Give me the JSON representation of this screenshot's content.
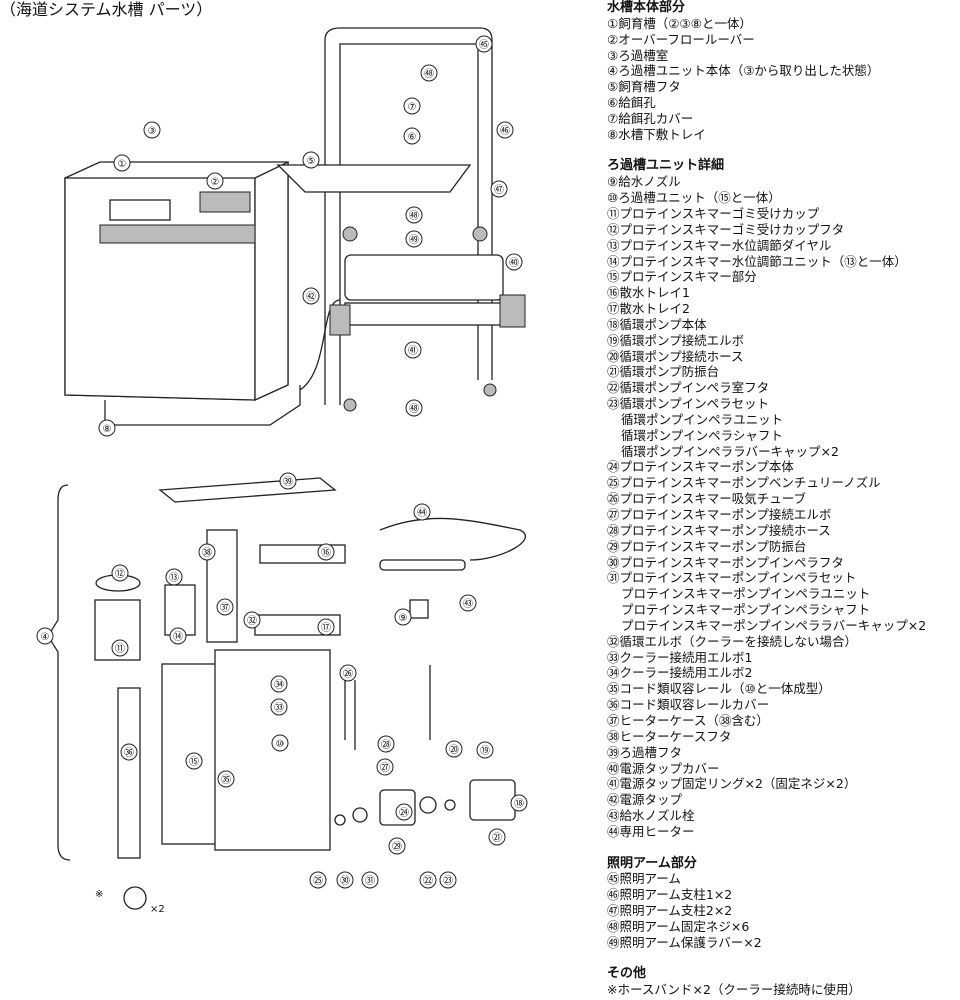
{
  "title": "（海道システム水槽 パーツ）",
  "diagram": {
    "callouts": [
      "①",
      "②",
      "③",
      "④",
      "⑤",
      "⑥",
      "⑦",
      "⑧",
      "⑨",
      "⑩",
      "⑪",
      "⑫",
      "⑬",
      "⑭",
      "⑮",
      "⑯",
      "⑰",
      "⑱",
      "⑲",
      "⑳",
      "㉑",
      "㉒",
      "㉓",
      "㉔",
      "㉕",
      "㉖",
      "㉗",
      "㉘",
      "㉙",
      "㉚",
      "㉛",
      "㉜",
      "㉝",
      "㉞",
      "㉟",
      "㊱",
      "㊲",
      "㊳",
      "㊴",
      "㊵",
      "㊶",
      "㊷",
      "㊸",
      "㊹",
      "㊺",
      "㊻",
      "㊼",
      "㊽",
      "㊾"
    ],
    "hose_band_mark": "※",
    "hose_band_qty": "×2"
  },
  "sections": [
    {
      "heading": "水槽本体部分",
      "items": [
        {
          "text": "①飼育槽（②③⑧と一体）"
        },
        {
          "text": "②オーバーフロールーバー"
        },
        {
          "text": "③ろ過槽室"
        },
        {
          "text": "④ろ過槽ユニット本体（③から取り出した状態）"
        },
        {
          "text": "⑤飼育槽フタ"
        },
        {
          "text": "⑥給餌孔"
        },
        {
          "text": "⑦給餌孔カバー"
        },
        {
          "text": "⑧水槽下敷トレイ"
        }
      ]
    },
    {
      "heading": "ろ過槽ユニット詳細",
      "items": [
        {
          "text": "⑨給水ノズル"
        },
        {
          "text": "⑩ろ過槽ユニット（⑮と一体）"
        },
        {
          "text": "⑪プロテインスキマーゴミ受けカップ"
        },
        {
          "text": "⑫プロテインスキマーゴミ受けカップフタ"
        },
        {
          "text": "⑬プロテインスキマー水位調節ダイヤル"
        },
        {
          "text": "⑭プロテインスキマー水位調節ユニット（⑬と一体）"
        },
        {
          "text": "⑮プロテインスキマー部分"
        },
        {
          "text": "⑯散水トレイ1"
        },
        {
          "text": "⑰散水トレイ2"
        },
        {
          "text": "⑱循環ポンプ本体"
        },
        {
          "text": "⑲循環ポンプ接続エルボ"
        },
        {
          "text": "⑳循環ポンプ接続ホース"
        },
        {
          "text": "㉑循環ポンプ防振台"
        },
        {
          "text": "㉒循環ポンプインペラ室フタ"
        },
        {
          "text": "㉓循環ポンプインペラセット"
        },
        {
          "text": "循環ポンプインペラユニット",
          "sub": true
        },
        {
          "text": "循環ポンプインペラシャフト",
          "sub": true
        },
        {
          "text": "循環ポンプインペララバーキャップ×2",
          "sub": true
        },
        {
          "text": "㉔プロテインスキマーポンプ本体"
        },
        {
          "text": "㉕プロテインスキマーポンプベンチュリーノズル"
        },
        {
          "text": "㉖プロテインスキマー吸気チューブ"
        },
        {
          "text": "㉗プロテインスキマーポンプ接続エルボ"
        },
        {
          "text": "㉘プロテインスキマーポンプ接続ホース"
        },
        {
          "text": "㉙プロテインスキマーポンプ防振台"
        },
        {
          "text": "㉚プロテインスキマーポンプインペラフタ"
        },
        {
          "text": "㉛プロテインスキマーポンプインペラセット"
        },
        {
          "text": "プロテインスキマーポンプインペラユニット",
          "sub": true
        },
        {
          "text": "プロテインスキマーポンプインペラシャフト",
          "sub": true
        },
        {
          "text": "プロテインスキマーポンプインペララバーキャップ×2",
          "sub": true
        },
        {
          "text": "㉜循環エルボ（クーラーを接続しない場合）"
        },
        {
          "text": "㉝クーラー接続用エルボ1"
        },
        {
          "text": "㉞クーラー接続用エルボ2"
        },
        {
          "text": "㉟コード類収容レール（⑩と一体成型）"
        },
        {
          "text": "㊱コード類収容レールカバー"
        },
        {
          "text": "㊲ヒーターケース（㊳含む）"
        },
        {
          "text": "㊳ヒーターケースフタ"
        },
        {
          "text": "㊴ろ過槽フタ"
        },
        {
          "text": "㊵電源タップカバー"
        },
        {
          "text": "㊶電源タップ固定リング×2（固定ネジ×2）"
        },
        {
          "text": "㊷電源タップ"
        },
        {
          "text": "㊸給水ノズル栓"
        },
        {
          "text": "㊹専用ヒーター"
        }
      ]
    },
    {
      "heading": "照明アーム部分",
      "items": [
        {
          "text": "㊺照明アーム"
        },
        {
          "text": "㊻照明アーム支柱1×2"
        },
        {
          "text": "㊼照明アーム支柱2×2"
        },
        {
          "text": "㊽照明アーム固定ネジ×6"
        },
        {
          "text": "㊾照明アーム保護ラバー×2"
        }
      ]
    },
    {
      "heading": "その他",
      "items": [
        {
          "text": "※ホースバンド×2（クーラー接続時に使用）"
        }
      ]
    }
  ]
}
